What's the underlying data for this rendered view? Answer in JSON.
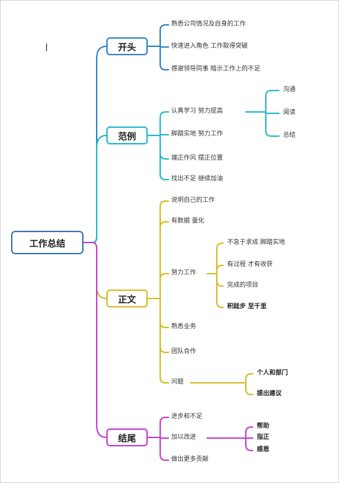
{
  "root": {
    "label": "工作总结"
  },
  "branches": [
    {
      "label": "开头",
      "color": "#2e86c6",
      "items": [
        {
          "label": "熟悉公司情况及自身的工作"
        },
        {
          "label": "快速进入角色  工作取得突破"
        },
        {
          "label": "感谢领导同事  暗示工作上的不足"
        }
      ]
    },
    {
      "label": "范例",
      "color": "#27b8d0",
      "items": [
        {
          "label": "认真学习  努力提高",
          "children": [
            "沟通",
            "阅读",
            "总结"
          ]
        },
        {
          "label": "脚踏实地  努力工作"
        },
        {
          "label": "端正作风  摆正位置"
        },
        {
          "label": "找出不足  继续加油"
        }
      ]
    },
    {
      "label": "正文",
      "color": "#d4bd25",
      "items": [
        {
          "label": "说明自己的工作"
        },
        {
          "label": "有数据  量化"
        },
        {
          "label": "努力工作",
          "children": [
            "不急于求成  脚踏实地",
            "有过程  才有收获",
            "完成的项目",
            "积跬步  至千里"
          ]
        },
        {
          "label": "熟悉业务"
        },
        {
          "label": "团队合作"
        },
        {
          "label": "问题",
          "children": [
            "个人和部门",
            "提出建议"
          ]
        }
      ]
    },
    {
      "label": "结尾",
      "color": "#c53fcf",
      "items": [
        {
          "label": "进步和不足"
        },
        {
          "label": "加以改进",
          "children": [
            "帮助",
            "指正",
            "感恩"
          ]
        },
        {
          "label": "做出更多贡献"
        }
      ]
    }
  ]
}
